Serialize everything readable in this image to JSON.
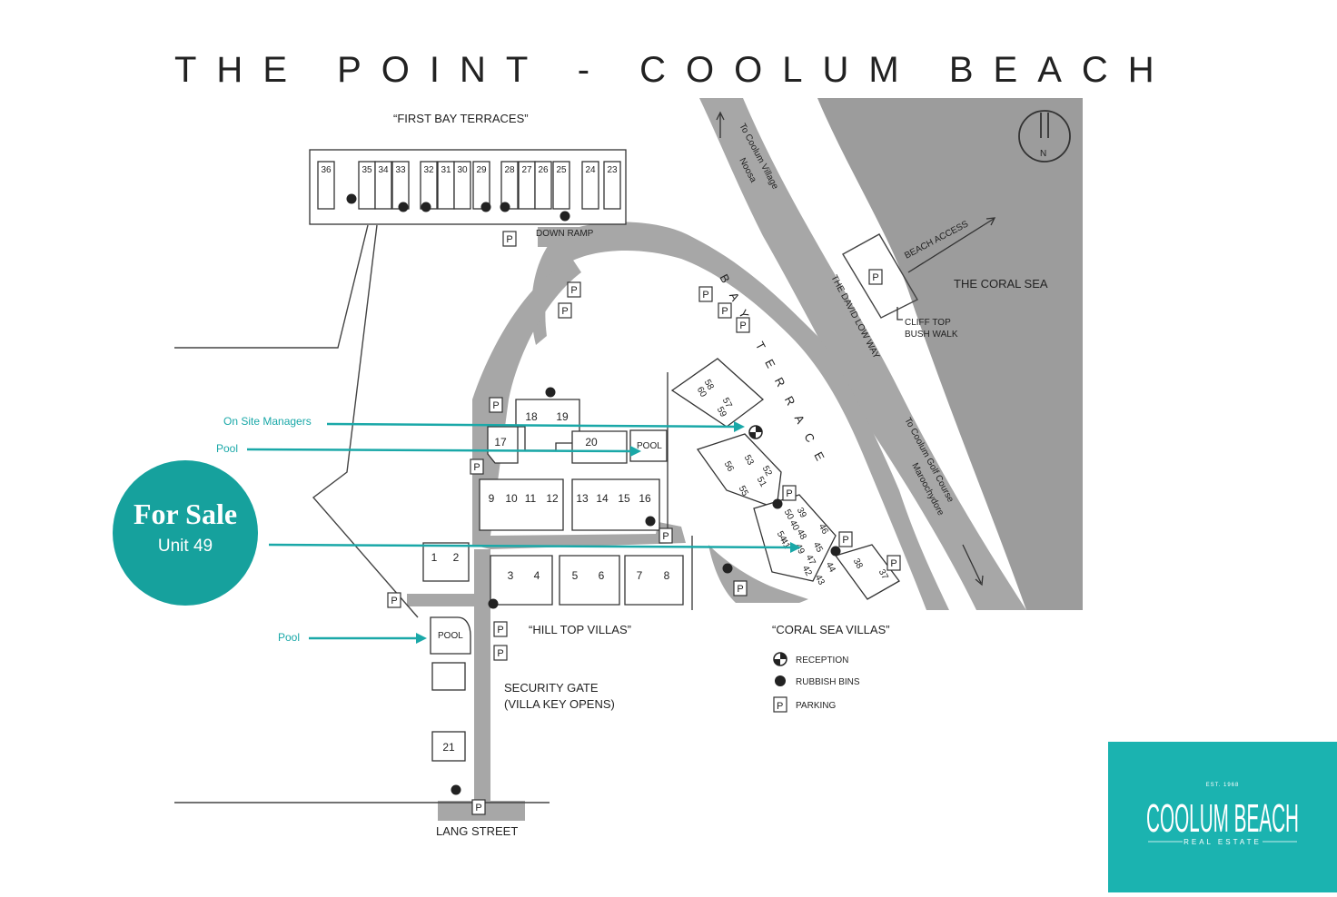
{
  "title": "THE POINT - COOLUM BEACH",
  "areas": {
    "first_bay": "“FIRST BAY TERRACES”",
    "hill_top": "“HILL TOP VILLAS”",
    "coral_sea_villas": "“CORAL SEA VILLAS”",
    "coral_sea": "THE CORAL SEA",
    "beach_access": "BEACH ACCESS",
    "cliff_top_1": "CLIFF TOP",
    "cliff_top_2": "BUSH WALK",
    "down_ramp": "DOWN RAMP",
    "bay_terrace": "BAY TERRACE",
    "david_low_way": "THE DAVID LOW WAY",
    "to_coolum_village_1": "To Coolum Village",
    "to_coolum_village_2": "Noosa",
    "to_golf_1": "To Coolum Golf Course",
    "to_golf_2": "Maroochydore",
    "security_1": "SECURITY GATE",
    "security_2": "(VILLA KEY OPENS)",
    "lang_street": "LANG STREET",
    "pool": "POOL",
    "north": "N"
  },
  "legend": {
    "reception": "RECEPTION",
    "bins": "RUBBISH BINS",
    "parking": "PARKING",
    "p": "P"
  },
  "annotations": {
    "managers": "On Site Managers",
    "pool_upper": "Pool",
    "pool_lower": "Pool",
    "for_sale": "For Sale",
    "unit": "Unit 49"
  },
  "units": {
    "first_bay": [
      "36",
      "35",
      "34",
      "33",
      "32",
      "31",
      "30",
      "29",
      "28",
      "27",
      "26",
      "25",
      "24",
      "23"
    ],
    "row_a": [
      "18",
      "19"
    ],
    "row_b": [
      "17",
      "20"
    ],
    "row_c": [
      "9",
      "10",
      "11",
      "12",
      "13",
      "14",
      "15",
      "16"
    ],
    "row_d": [
      "1",
      "2"
    ],
    "row_e": [
      "3",
      "4",
      "5",
      "6",
      "7",
      "8"
    ],
    "single": "21",
    "coral": [
      "58",
      "60",
      "57",
      "59",
      "56",
      "55",
      "53",
      "51",
      "52",
      "50",
      "54",
      "49",
      "47",
      "48",
      "45",
      "46",
      "39",
      "40",
      "41",
      "42",
      "43",
      "44",
      "38",
      "37"
    ]
  },
  "logo": {
    "est": "EST. 1968",
    "name": "COOLUM BEACH",
    "sub": "REAL ESTATE"
  },
  "colors": {
    "accent": "#16a19d",
    "logo": "#1bb3b0",
    "road": "#a7a7a7"
  }
}
